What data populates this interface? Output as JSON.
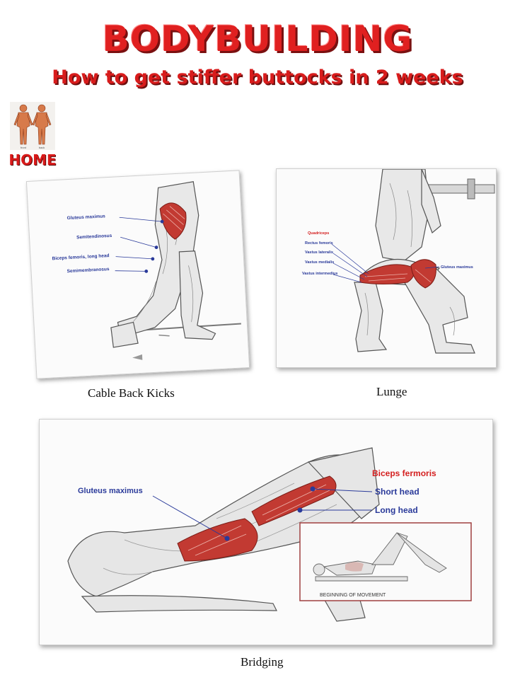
{
  "header": {
    "title": "BODYBUILDING",
    "subtitle": "How to get stiffer buttocks in 2 weeks",
    "home_label": "HOME"
  },
  "exercises": {
    "cable_back_kicks": {
      "caption": "Cable Back Kicks",
      "labels": [
        "Gluteus maximus",
        "Semitendinosus",
        "Biceps femoris, long head",
        "Semimembranosus"
      ]
    },
    "lunge": {
      "caption": "Lunge",
      "labels": [
        "Quadriceps",
        "Rectus femoris",
        "Vastus lateralis",
        "Vastus medialis",
        "Vastus intermedius",
        "Gluteus maximus"
      ]
    },
    "bridging": {
      "caption": "Bridging",
      "labels": {
        "gluteus": "Gluteus maximus",
        "biceps": "Biceps fermoris",
        "short_head": "Short head",
        "long_head": "Long head",
        "inset": "BEGINNING OF MOVEMENT"
      }
    }
  },
  "colors": {
    "title": "#e02020",
    "muscle": "#c23a32",
    "label_blue": "#2a3a9a",
    "label_red": "#d42020"
  }
}
